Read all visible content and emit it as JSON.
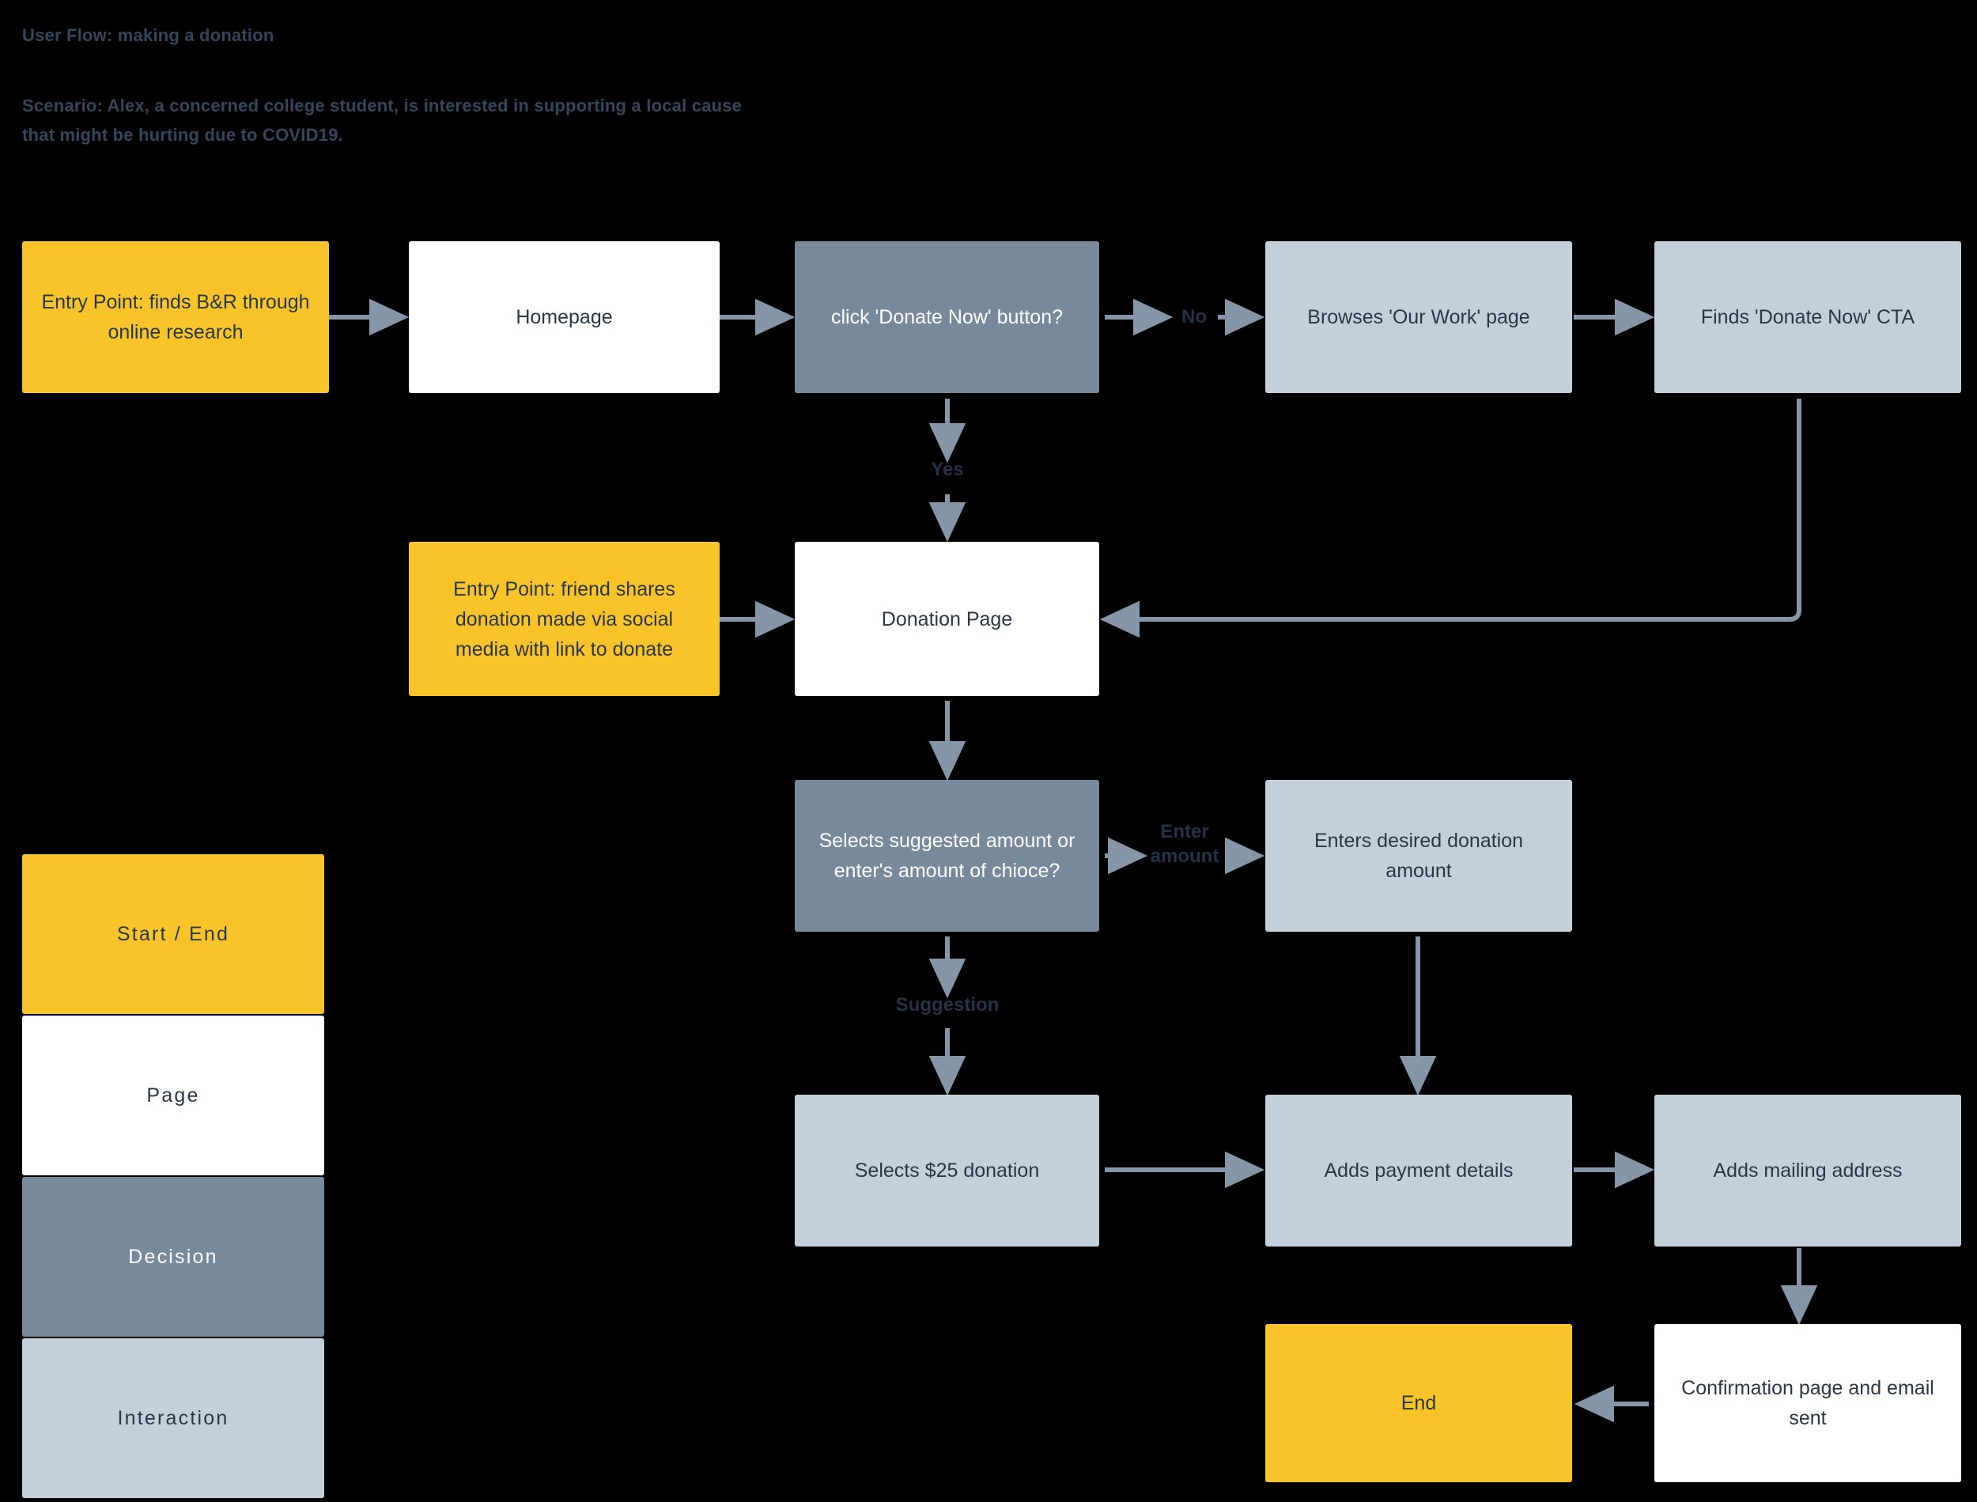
{
  "header": {
    "title": "User Flow: making a donation",
    "scenario": "Scenario: Alex, a concerned college student, is interested in supporting a local cause\nthat might be hurting due to COVID19."
  },
  "colors": {
    "background": "#000000",
    "start_end": "#f8c42a",
    "page": "#ffffff",
    "decision": "#78899b",
    "interaction": "#c3d0d9",
    "connector": "#8596a8",
    "text_dark": "#293847",
    "heading": "#33475b"
  },
  "nodes": [
    {
      "id": "entry-research",
      "label": "Entry Point: finds B&R through online research",
      "type": "start_end"
    },
    {
      "id": "homepage",
      "label": "Homepage",
      "type": "page"
    },
    {
      "id": "click-donate",
      "label": "click 'Donate Now' button?",
      "type": "decision"
    },
    {
      "id": "browses-our-work",
      "label": "Browses 'Our Work' page",
      "type": "interaction"
    },
    {
      "id": "finds-cta",
      "label": "Finds 'Donate Now' CTA",
      "type": "interaction"
    },
    {
      "id": "entry-social",
      "label": "Entry Point: friend shares donation made via social media with link to donate",
      "type": "start_end"
    },
    {
      "id": "donation-page",
      "label": "Donation Page",
      "type": "page"
    },
    {
      "id": "selects-amount",
      "label": "Selects suggested amount or enter's amount of chioce?",
      "type": "decision"
    },
    {
      "id": "enters-amount",
      "label": "Enters desired donation amount",
      "type": "interaction"
    },
    {
      "id": "selects-25",
      "label": "Selects $25 donation",
      "type": "interaction"
    },
    {
      "id": "payment-details",
      "label": "Adds payment details",
      "type": "interaction"
    },
    {
      "id": "mailing-address",
      "label": "Adds mailing address",
      "type": "interaction"
    },
    {
      "id": "confirmation",
      "label": "Confirmation page and email sent",
      "type": "page"
    },
    {
      "id": "end",
      "label": "End",
      "type": "start_end"
    }
  ],
  "edge_labels": {
    "no": "No",
    "yes": "Yes",
    "enter_amount": "Enter\namount",
    "suggestion": "Suggestion"
  },
  "legend": [
    {
      "id": "start-end",
      "label": "Start / End",
      "type": "start_end"
    },
    {
      "id": "page",
      "label": "Page",
      "type": "page"
    },
    {
      "id": "decision",
      "label": "Decision",
      "type": "decision"
    },
    {
      "id": "interaction",
      "label": "Interaction",
      "type": "interaction"
    }
  ]
}
